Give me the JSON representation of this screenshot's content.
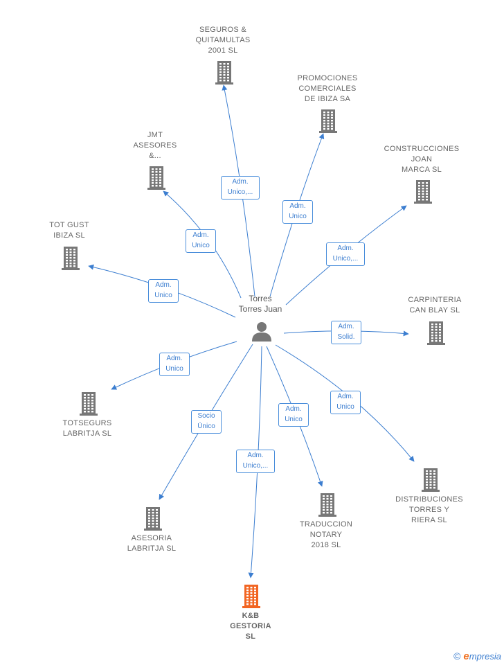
{
  "center": {
    "name": "Torres\nTorres Juan",
    "icon": "person-icon",
    "color": "#777777"
  },
  "colors": {
    "edge": "#3c7ed0",
    "building": "#777777",
    "highlight": "#f26522"
  },
  "nodes": [
    {
      "id": "seguros",
      "name": "SEGUROS &\nQUITAMULTAS\n2001  SL",
      "edge_label": [
        "Adm.",
        "Unico,..."
      ],
      "highlight": false
    },
    {
      "id": "promociones",
      "name": "PROMOCIONES\nCOMERCIALES\nDE IBIZA SA",
      "edge_label": [
        "Adm.",
        "Unico"
      ],
      "highlight": false
    },
    {
      "id": "jmt",
      "name": "JMT\nASESORES\n&...",
      "edge_label": [
        "Adm.",
        "Unico"
      ],
      "highlight": false
    },
    {
      "id": "construcciones",
      "name": "CONSTRUCCIONES\nJOAN\nMARCA  SL",
      "edge_label": [
        "Adm.",
        "Unico,..."
      ],
      "highlight": false
    },
    {
      "id": "totgust",
      "name": "TOT GUST\nIBIZA SL",
      "edge_label": [
        "Adm.",
        "Unico"
      ],
      "highlight": false
    },
    {
      "id": "carpinteria",
      "name": "CARPINTERIA\nCAN BLAY  SL",
      "edge_label": [
        "Adm.",
        "Solid."
      ],
      "highlight": false
    },
    {
      "id": "totsegurs",
      "name": "TOTSEGURS\nLABRITJA SL",
      "edge_label": [
        "Adm.",
        "Unico"
      ],
      "highlight": false
    },
    {
      "id": "distribuciones",
      "name": "DISTRIBUCIONES\nTORRES Y\nRIERA  SL",
      "edge_label": [
        "Adm.",
        "Unico"
      ],
      "highlight": false
    },
    {
      "id": "asesoria",
      "name": "ASESORIA\nLABRITJA  SL",
      "edge_label": [
        "Socio",
        "Único"
      ],
      "highlight": false
    },
    {
      "id": "traduccion",
      "name": "TRADUCCION\nNOTARY\n2018  SL",
      "edge_label": [
        "Adm.",
        "Unico"
      ],
      "highlight": false
    },
    {
      "id": "kb",
      "name": "K&B\nGESTORIA\nSL",
      "edge_label": [
        "Adm.",
        "Unico,..."
      ],
      "highlight": true
    }
  ],
  "footer": {
    "copyright_symbol": "©",
    "brand_initial": "e",
    "brand_rest": "mpresia"
  }
}
